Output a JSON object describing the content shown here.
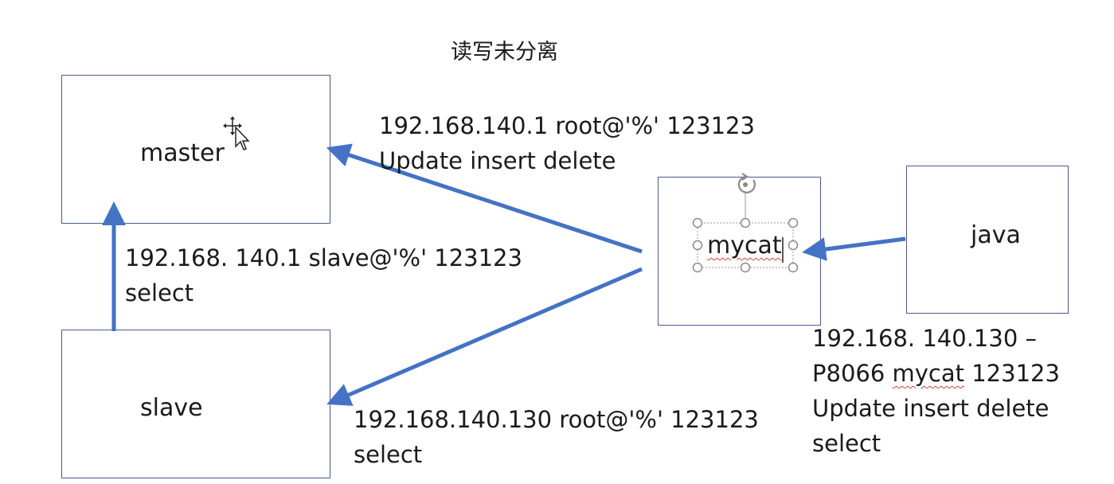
{
  "title": "读写未分离",
  "nodes": {
    "master": "master",
    "slave": "slave",
    "mycat": "mycat",
    "java": "java"
  },
  "edges": {
    "mycat_to_master": {
      "line1": "192.168.140.1 root@'%' 123123",
      "line2": "Update insert delete"
    },
    "slave_to_master": {
      "line1": "192.168. 140.1 slave@'%' 123123",
      "line2": "select"
    },
    "mycat_to_slave": {
      "line1": "192.168.140.130 root@'%' 123123",
      "line2": "select"
    },
    "java_to_mycat": {
      "line1": "192.168. 140.130 –",
      "line2_prefix": "P8066 ",
      "line2_underlined": "mycat",
      "line2_suffix": " 123123",
      "line3": "Update insert delete",
      "line4": "select"
    }
  },
  "colors": {
    "arrow": "#4472c4",
    "box_border": "#4a5a8a",
    "spellcheck": "#e04040"
  }
}
